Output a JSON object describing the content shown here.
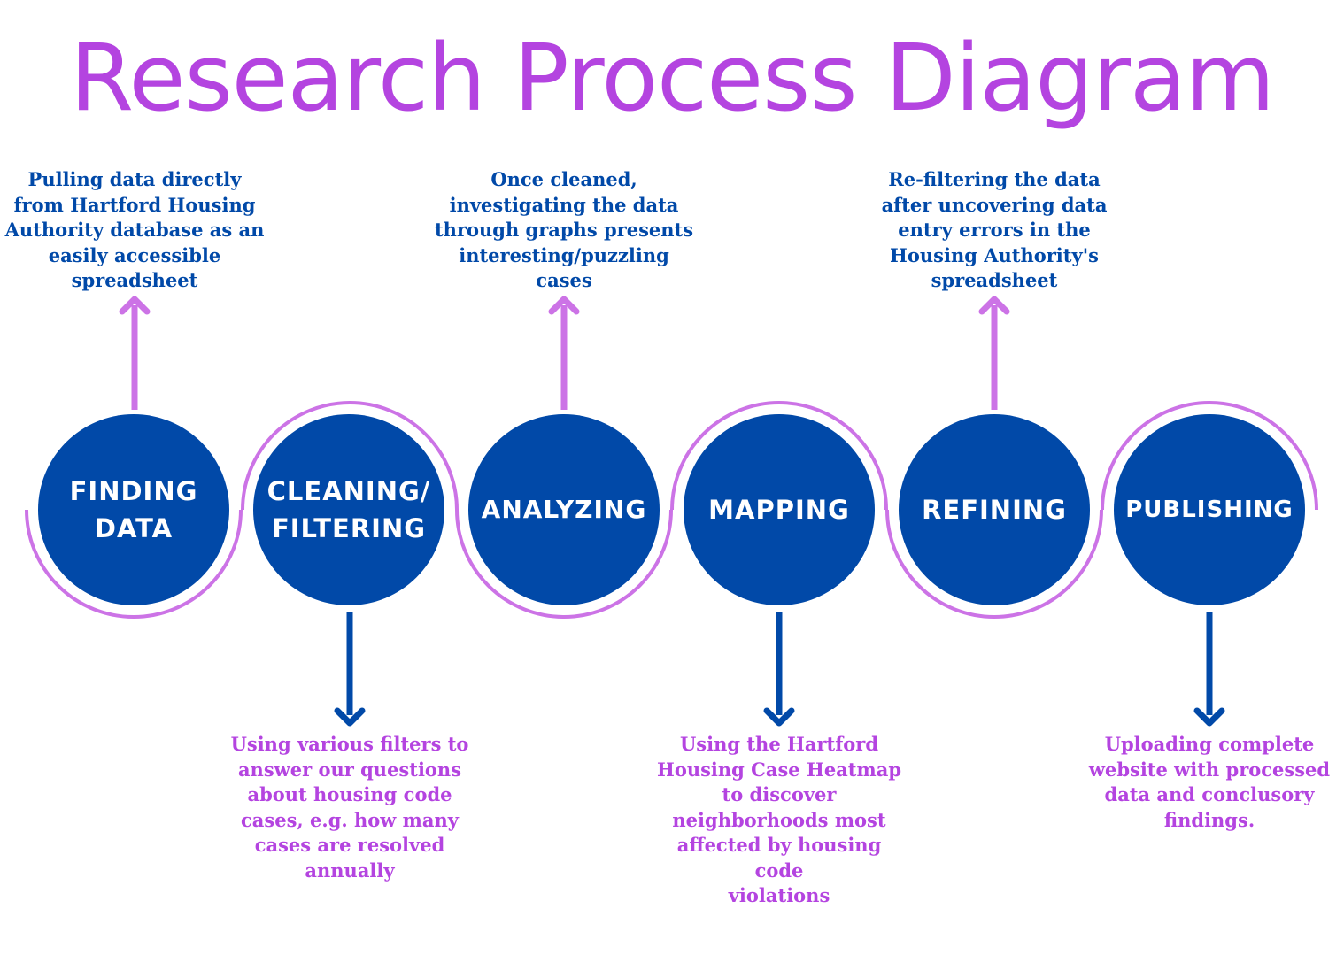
{
  "title": "Research Process Diagram",
  "colors": {
    "title": "#B444E0",
    "circle_fill": "#0149A8",
    "arc_stroke": "#CC73E6",
    "arrow_up": "#CC73E6",
    "arrow_down": "#0149A8",
    "top_text": "#0149A8",
    "bottom_text": "#B444E0"
  },
  "steps": [
    {
      "label": "FINDING\nDATA",
      "description": "Pulling data directly\nfrom Hartford Housing\nAuthority database as an\neasily accessible\nspreadsheet",
      "description_position": "top"
    },
    {
      "label": "CLEANING/\nFILTERING",
      "description": "Using various filters to\nanswer our questions\nabout housing code\ncases, e.g. how many\ncases are resolved\nannually",
      "description_position": "bottom"
    },
    {
      "label": "ANALYZING",
      "description": "Once cleaned,\ninvestigating the data\nthrough graphs presents\ninteresting/puzzling\ncases",
      "description_position": "top"
    },
    {
      "label": "MAPPING",
      "description": "Using the Hartford\nHousing Case Heatmap\nto discover\nneighborhoods most\naffected by housing code\nviolations",
      "description_position": "bottom"
    },
    {
      "label": "REFINING",
      "description": "Re-filtering the data\nafter uncovering data\nentry errors in the\nHousing Authority's\nspreadsheet",
      "description_position": "top"
    },
    {
      "label": "PUBLISHING",
      "description": "Uploading complete\nwebsite with processed\ndata and conclusory\nfindings.",
      "description_position": "bottom"
    }
  ]
}
